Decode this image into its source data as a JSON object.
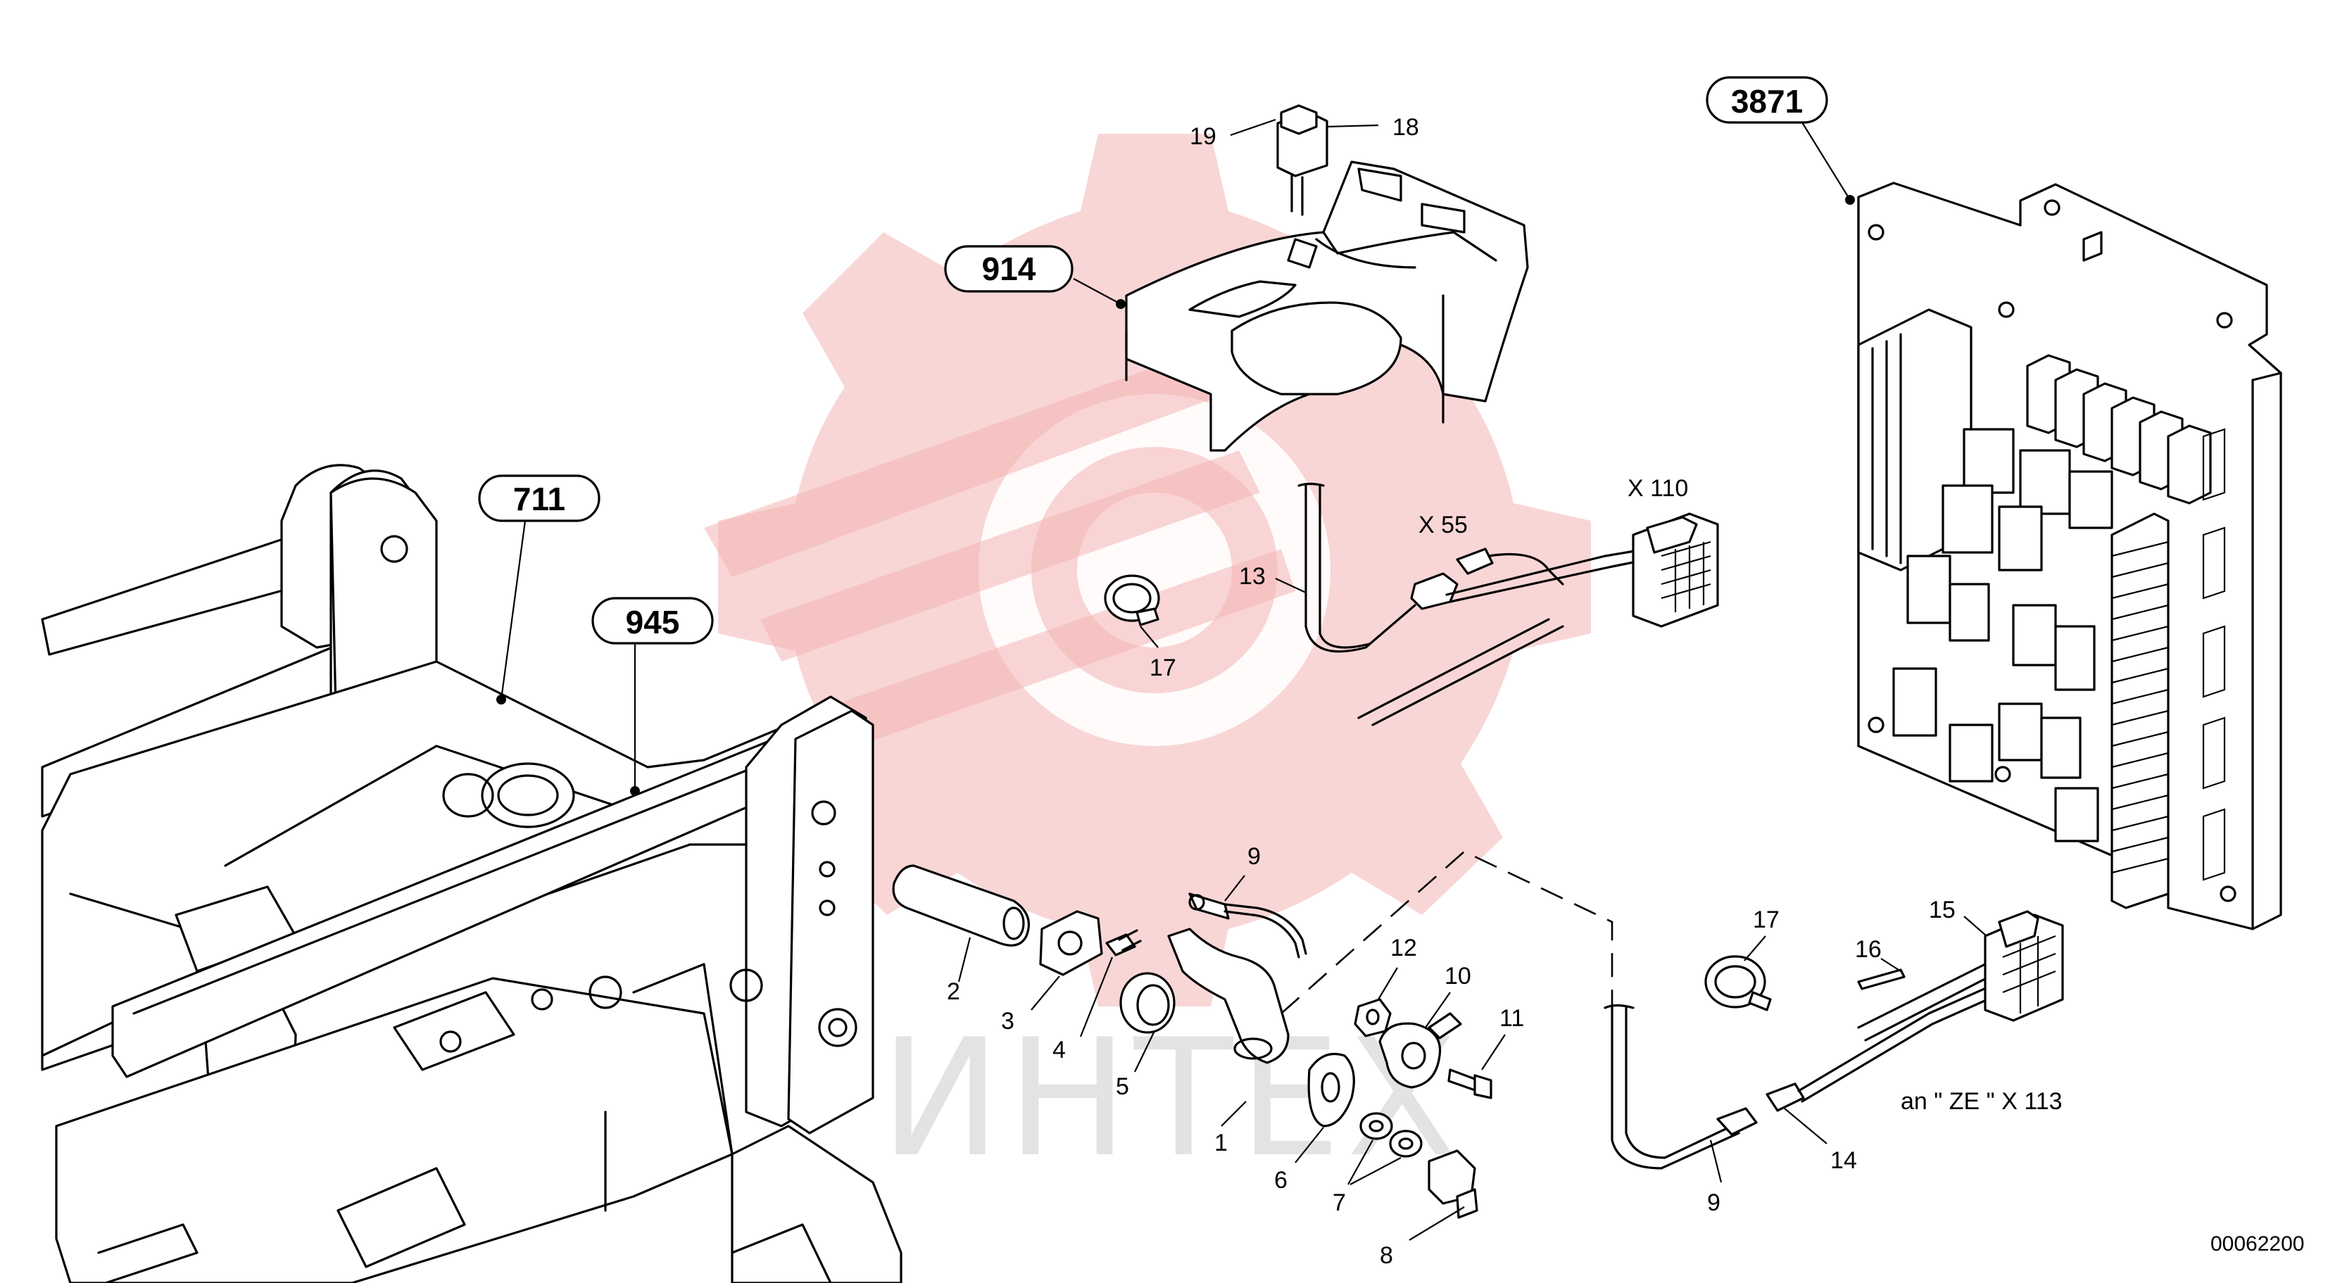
{
  "assembly_badges": [
    {
      "id": "3871",
      "text": "3871"
    },
    {
      "id": "914",
      "text": "914"
    },
    {
      "id": "711",
      "text": "711"
    },
    {
      "id": "945",
      "text": "945"
    }
  ],
  "part_numbers": {
    "p1": "1",
    "p2": "2",
    "p3": "3",
    "p4": "4",
    "p5": "5",
    "p6": "6",
    "p7": "7",
    "p8": "8",
    "p9a": "9",
    "p9b": "9",
    "p10": "10",
    "p11": "11",
    "p12": "12",
    "p13": "13",
    "p14": "14",
    "p15": "15",
    "p16": "16",
    "p17a": "17",
    "p17b": "17",
    "p18": "18",
    "p19": "19"
  },
  "connector_labels": {
    "x55": "X 55",
    "x110": "X 110",
    "ze_x113": "an \" ZE \" X 113"
  },
  "drawing_number": "00062200",
  "watermark": {
    "text": "ИНТЕХ",
    "color": "#f4b4b4"
  }
}
